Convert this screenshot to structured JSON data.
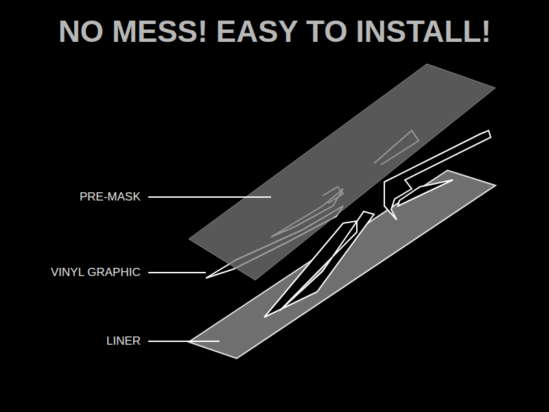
{
  "diagram": {
    "title": "NO MESS! EASY TO INSTALL!",
    "labels": [
      "PRE-MASK",
      "VINYL GRAPHIC",
      "LINER"
    ]
  }
}
